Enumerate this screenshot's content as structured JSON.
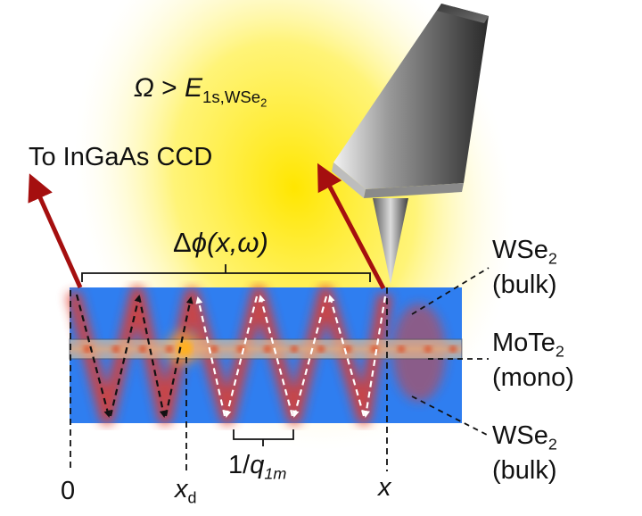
{
  "labels": {
    "condition": {
      "omega": "Ω",
      "relation": " > ",
      "energy": "E",
      "energy_sub": "1s,WSe",
      "energy_subsub": "2"
    },
    "detector": "To InGaAs CCD",
    "phase": {
      "delta": "Δ",
      "phi": "ϕ",
      "args": "(x,ω)"
    },
    "layers": {
      "top_material": "WSe",
      "top_sub": "2",
      "top_type": "(bulk)",
      "mid_material": "MoTe",
      "mid_sub": "2",
      "mid_type": "(mono)",
      "bot_material": "WSe",
      "bot_sub": "2",
      "bot_type": "(bulk)"
    },
    "positions": {
      "origin": "0",
      "defect": "x",
      "defect_sub": "d",
      "tip": "x"
    },
    "wavelength": {
      "prefix": "1/",
      "q": "q",
      "sub": "1m"
    }
  },
  "colors": {
    "substrate_blue": "#2f7ef0",
    "wave_red": "#e23a2a",
    "arrow_darkred": "#a50f0f",
    "illumination_yellow": "#ffe500",
    "tip_gray": "#555555"
  },
  "icons": [
    "afm-tip-icon",
    "detector-arrow-icon"
  ]
}
